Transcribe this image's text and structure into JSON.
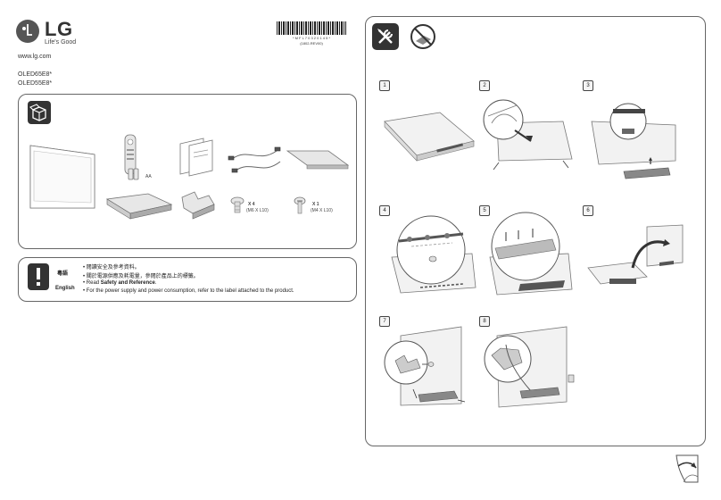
{
  "header": {
    "brand": "LG",
    "slogan": "Life's Good",
    "website": "www.lg.com",
    "models": [
      "OLED65E8*",
      "OLED55E8*"
    ],
    "barcode_text": "* M F L 7 0 3 2 0 1 4 5 *",
    "barcode_rev": "(1802-REV00)"
  },
  "accessories": {
    "battery_label": "AA",
    "screw_m6_qty": "X 4",
    "screw_m6_size": "(M6 X L10)",
    "screw_m4_qty": "X 1",
    "screw_m4_size": "(M4 X L10)"
  },
  "notes": {
    "zh_lang": "粵語",
    "zh_line1": "• 閱讀安全及參考資料。",
    "zh_line2": "• 關於電源供應及耗電量，參閱於產品上的標籤。",
    "en_lang": "English",
    "en_read": "• Read ",
    "en_bold": "Safety and Reference",
    "en_period": ".",
    "en_line2": "• For the power supply and power consumption, refer to the label attached to the product."
  },
  "steps": [
    "1",
    "2",
    "3",
    "4",
    "5",
    "6",
    "7",
    "8"
  ],
  "icons": [
    "lg-logo-icon",
    "box-icon",
    "tools-icon",
    "no-surface-icon",
    "exclamation-icon",
    "page-turn-icon"
  ]
}
